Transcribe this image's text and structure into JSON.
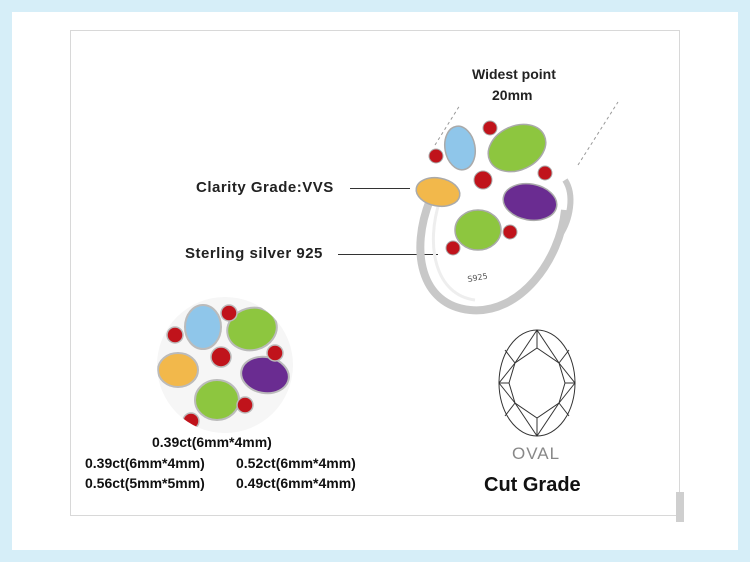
{
  "annotations": {
    "widest_title": "Widest point",
    "widest_value": "20mm",
    "clarity": "Clarity Grade:VVS",
    "silver": "Sterling silver 925"
  },
  "ring_engraving": "S925",
  "specs": {
    "row1": "0.39ct(6mm*4mm)",
    "row2_left": "0.39ct(6mm*4mm)",
    "row2_right": "0.52ct(6mm*4mm)",
    "row3_left": "0.56ct(5mm*5mm)",
    "row3_right": "0.49ct(6mm*4mm)"
  },
  "cut": {
    "shape": "OVAL",
    "title": "Cut Grade"
  },
  "colors": {
    "frame_bg": "#d6eef8",
    "peridot": "#8dc63f",
    "amethyst": "#6a2c91",
    "citrine": "#f2b84b",
    "topaz": "#8fc6ea",
    "garnet": "#c0131b",
    "silver": "#c8c8c8"
  }
}
